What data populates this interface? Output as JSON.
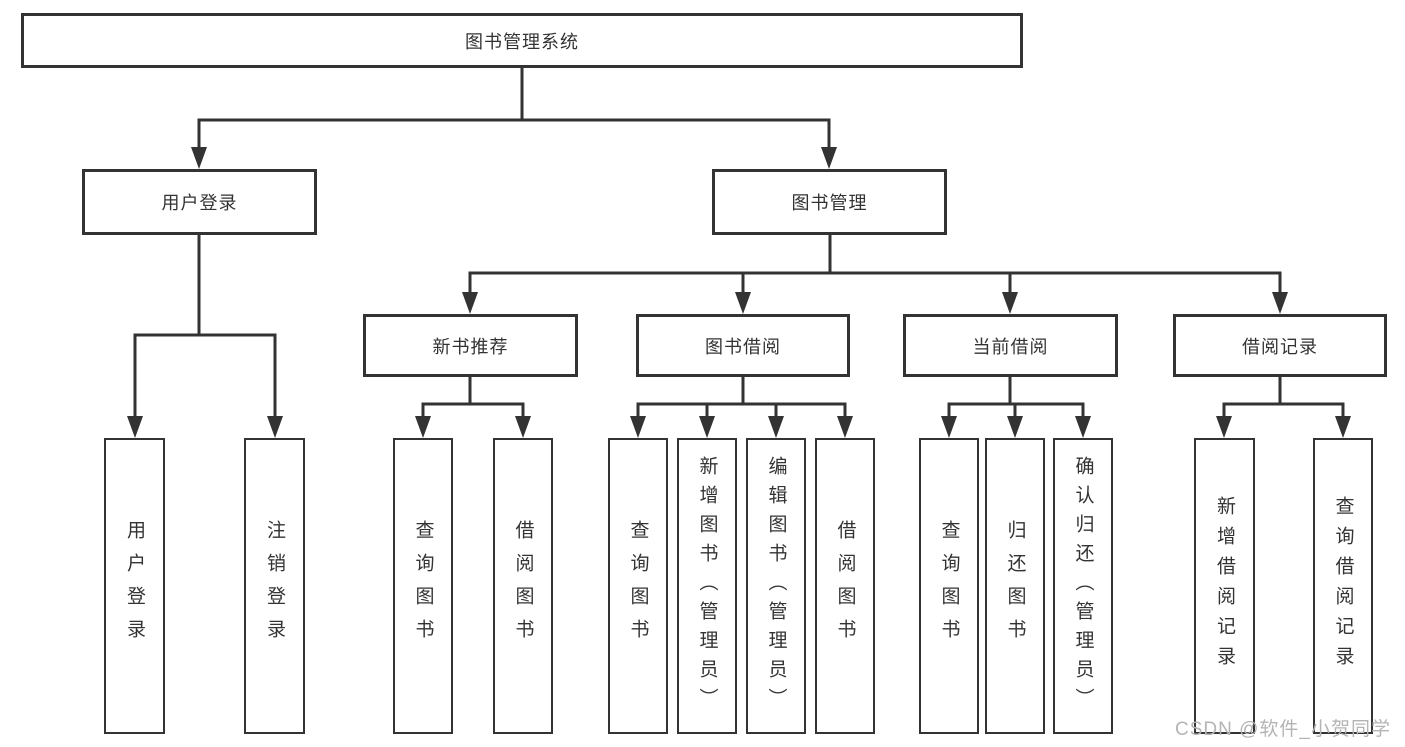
{
  "tree": {
    "label": "图书管理系统",
    "children": [
      {
        "label": "用户登录",
        "children": [
          {
            "label": "用户登录"
          },
          {
            "label": "注销登录"
          }
        ]
      },
      {
        "label": "图书管理",
        "children": [
          {
            "label": "新书推荐",
            "children": [
              {
                "label": "查询图书"
              },
              {
                "label": "借阅图书"
              }
            ]
          },
          {
            "label": "图书借阅",
            "children": [
              {
                "label": "查询图书"
              },
              {
                "label": "新增图书（管理员）"
              },
              {
                "label": "编辑图书（管理员）"
              },
              {
                "label": "借阅图书"
              }
            ]
          },
          {
            "label": "当前借阅",
            "children": [
              {
                "label": "查询图书"
              },
              {
                "label": "归还图书"
              },
              {
                "label": "确认归还（管理员）"
              }
            ]
          },
          {
            "label": "借阅记录",
            "children": [
              {
                "label": "新增借阅记录"
              },
              {
                "label": "查询借阅记录"
              }
            ]
          }
        ]
      }
    ]
  },
  "watermark": {
    "text": "CSDN @软件_小贺同学"
  },
  "colors": {
    "line": "#333333",
    "box_border": "#333333",
    "box_fill": "#ffffff",
    "text": "#333333",
    "watermark": "#b4b4b4"
  }
}
